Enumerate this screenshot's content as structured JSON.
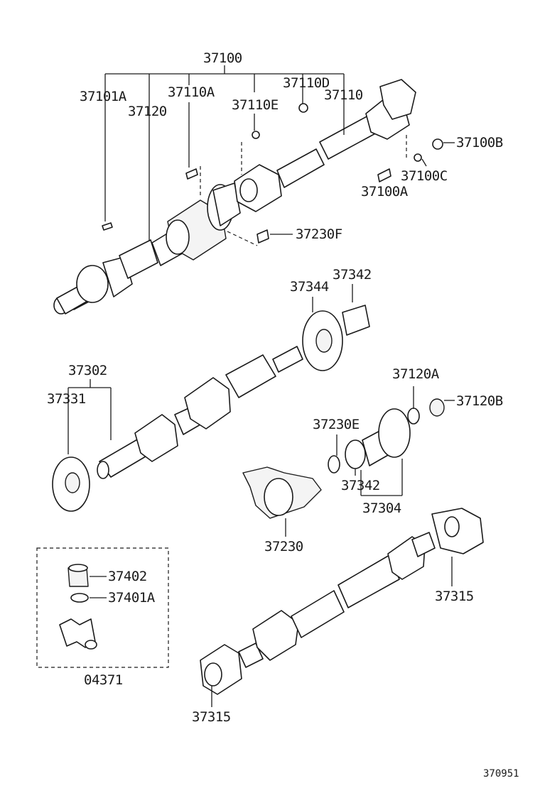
{
  "labels": {
    "l37100": "37100",
    "l37101A": "37101A",
    "l37110A": "37110A",
    "l37120": "37120",
    "l37110D": "37110D",
    "l37110E": "37110E",
    "l37110": "37110",
    "l37100B": "37100B",
    "l37100C": "37100C",
    "l37100A": "37100A",
    "l37230F": "37230F",
    "l37344": "37344",
    "l37342a": "37342",
    "l37302": "37302",
    "l37331": "37331",
    "l37120A": "37120A",
    "l37120B": "37120B",
    "l37230E": "37230E",
    "l37342b": "37342",
    "l37304": "37304",
    "l37230": "37230",
    "l37402": "37402",
    "l37401A": "37401A",
    "l04371": "04371",
    "l37315a": "37315",
    "l37315b": "37315"
  },
  "figure_ref": "370951"
}
